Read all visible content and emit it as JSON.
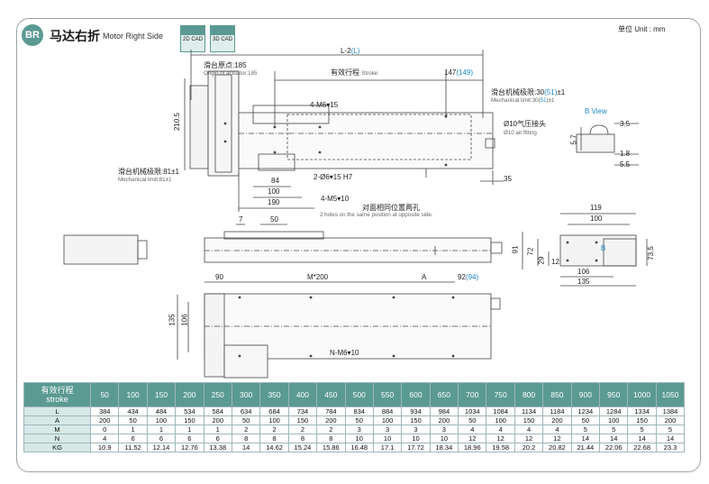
{
  "header": {
    "badge": "BR",
    "title": "马达右折",
    "title_en": "Motor Right Side",
    "cad_2d": "2D CAD",
    "cad_3d": "3D CAD",
    "unit": "单位 Unit : mm"
  },
  "drawing": {
    "l_minus_2": "L-2",
    "l_paren": "(L)",
    "origin_cn": "滑台原点:185",
    "origin_en": "Origin of actuator:185",
    "stroke_cn": "有效行程",
    "stroke_en": "Stroke",
    "d147": "147",
    "d149": "(149)",
    "mech30_cn": "滑台机械极限:30",
    "mech30_paren": "(51)",
    "mech30_tol": "±1",
    "mech30_en_a": "Mechanical limit:30(",
    "mech30_en_b": "51",
    "mech30_en_c": ")±1",
    "m6_15": "4-M6▾15",
    "air_cn": "Ø10气压接头",
    "air_en": "Ø10 air fitting",
    "bview": "B View",
    "d210_5": "210.5",
    "d84": "84",
    "d100": "100",
    "d190": "190",
    "phi6": "2-Ø6▾15 H7",
    "mech81_cn": "滑台机械极限:81±1",
    "mech81_en": "Mechanical limit:81±1",
    "d35": "35",
    "m5_10": "4-M5▾10",
    "d3_5": "3.5",
    "d5_7": "5.7",
    "d1_8": "1.8",
    "d5_5": "5.5",
    "d7": "7",
    "d50": "50",
    "holes_cn": "对面相同位置两孔",
    "holes_en": "2 holes on the same position at opposite side.",
    "d119": "119",
    "d100b": "100",
    "d91": "91",
    "d72": "72",
    "d29": "29",
    "d12": "12",
    "d73_5": "73.5",
    "d106b": "106",
    "d135b": "135",
    "b_label": "B",
    "d90": "90",
    "m200": "M*200",
    "a_label": "A",
    "d92": "92",
    "d94": "(94)",
    "d135": "135",
    "d106": "106",
    "nm6": "N-M6▾10"
  },
  "table": {
    "stroke_cn": "有效行程",
    "stroke_en": "stroke",
    "strokes": [
      "50",
      "100",
      "150",
      "200",
      "250",
      "300",
      "350",
      "400",
      "450",
      "500",
      "550",
      "600",
      "650",
      "700",
      "750",
      "800",
      "850",
      "900",
      "950",
      "1000",
      "1050"
    ],
    "rows": [
      {
        "label": "L",
        "values": [
          "384",
          "434",
          "484",
          "534",
          "584",
          "634",
          "684",
          "734",
          "784",
          "834",
          "884",
          "934",
          "984",
          "1034",
          "1084",
          "1134",
          "1184",
          "1234",
          "1284",
          "1334",
          "1384"
        ]
      },
      {
        "label": "A",
        "values": [
          "200",
          "50",
          "100",
          "150",
          "200",
          "50",
          "100",
          "150",
          "200",
          "50",
          "100",
          "150",
          "200",
          "50",
          "100",
          "150",
          "200",
          "50",
          "100",
          "150",
          "200"
        ]
      },
      {
        "label": "M",
        "values": [
          "0",
          "1",
          "1",
          "1",
          "1",
          "2",
          "2",
          "2",
          "2",
          "3",
          "3",
          "3",
          "3",
          "4",
          "4",
          "4",
          "4",
          "5",
          "5",
          "5",
          "5"
        ]
      },
      {
        "label": "N",
        "values": [
          "4",
          "6",
          "6",
          "6",
          "6",
          "8",
          "8",
          "8",
          "8",
          "10",
          "10",
          "10",
          "10",
          "12",
          "12",
          "12",
          "12",
          "14",
          "14",
          "14",
          "14"
        ]
      },
      {
        "label": "KG",
        "values": [
          "10.9",
          "11.52",
          "12.14",
          "12.76",
          "13.38",
          "14",
          "14.62",
          "15.24",
          "15.86",
          "16.48",
          "17.1",
          "17.72",
          "18.34",
          "18.96",
          "19.58",
          "20.2",
          "20.82",
          "21.44",
          "22.06",
          "22.68",
          "23.3"
        ]
      }
    ]
  },
  "colors": {
    "accent": "#5a9a93",
    "blue": "#1f8ac8",
    "header_row": "#d7e9e6"
  }
}
